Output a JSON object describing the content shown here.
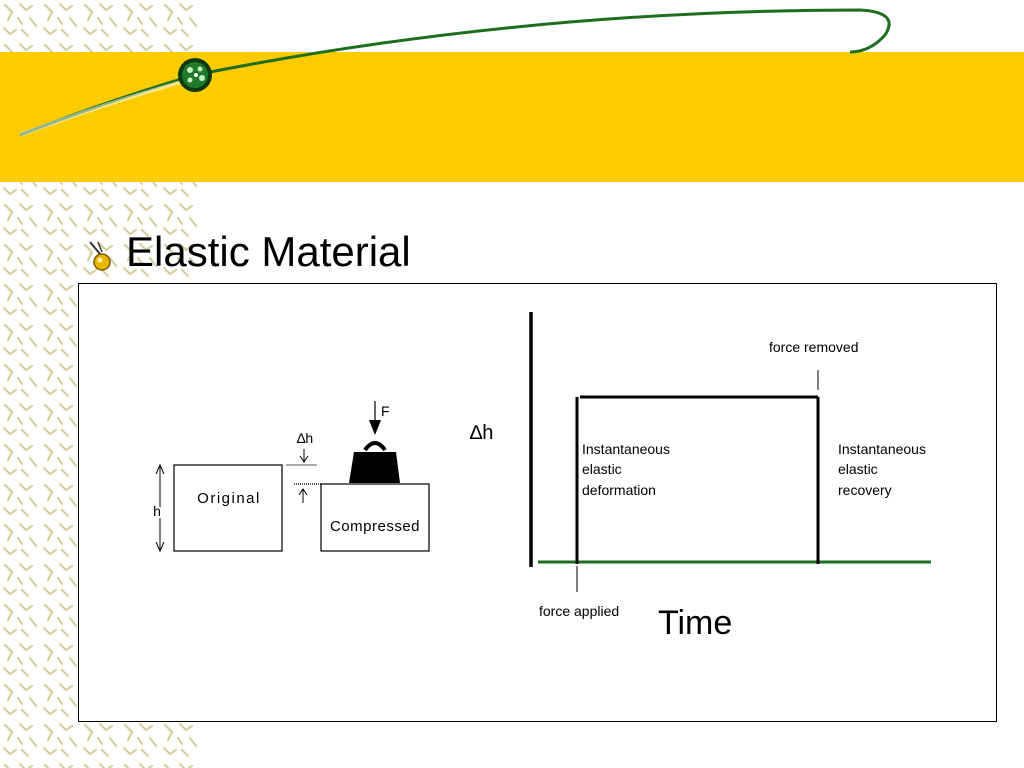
{
  "slide": {
    "title": "Elastic Material"
  },
  "colors": {
    "banner": "#FCCB00",
    "curve": "#1F6E1F",
    "baseline": "#1F6E1F",
    "texture": "#d8d2a0"
  },
  "icons": {
    "title_bullet": "lightbulb-pointer-icon",
    "banner_node": "green-orb-icon"
  },
  "compression": {
    "original_label": "Original",
    "compressed_label": "Compressed",
    "height_label": "h",
    "delta_label": "∆h",
    "force_label": "F"
  },
  "graph": {
    "y_label": "∆h",
    "x_label": "Time",
    "force_removed": "force removed",
    "force_applied": "force applied",
    "left_annotation": [
      "Instantaneous",
      "elastic",
      "deformation"
    ],
    "right_annotation": [
      "Instantaneous",
      "elastic",
      "recovery"
    ]
  }
}
